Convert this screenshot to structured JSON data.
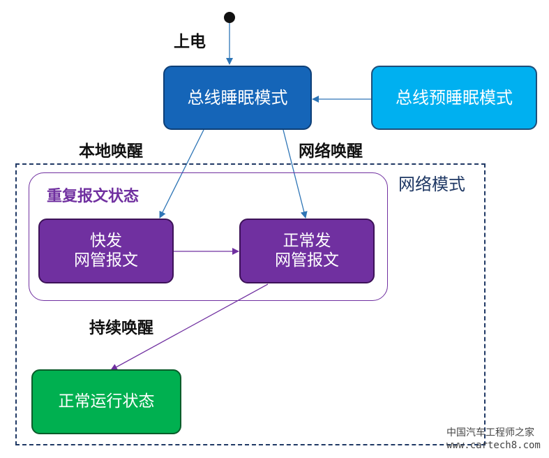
{
  "diagram": {
    "start_label": "上电",
    "states": {
      "bus_sleep": "总线睡眠模式",
      "pre_bus_sleep": "总线预睡眠模式",
      "fast_nm": [
        "快发",
        "网管报文"
      ],
      "normal_nm": [
        "正常发",
        "网管报文"
      ],
      "normal_operation": "正常运行状态"
    },
    "regions": {
      "network_mode": "网络模式",
      "repeat_message": "重复报文状态"
    },
    "transitions": {
      "local_wakeup": "本地唤醒",
      "network_wakeup": "网络唤醒",
      "continuous_wakeup": "持续唤醒"
    },
    "watermark": {
      "name": "中国汽车工程师之家",
      "url": "www.cartech8.com"
    },
    "colors": {
      "bus_sleep": "#1565b8",
      "pre_bus_sleep": "#00b0f0",
      "nm_state": "#7030a0",
      "normal_state": "#00b050",
      "network_border": "#1f3864",
      "repeat_border": "#7030a0",
      "blue_arrow": "#2e75b6",
      "purple_arrow": "#7030a0"
    }
  }
}
